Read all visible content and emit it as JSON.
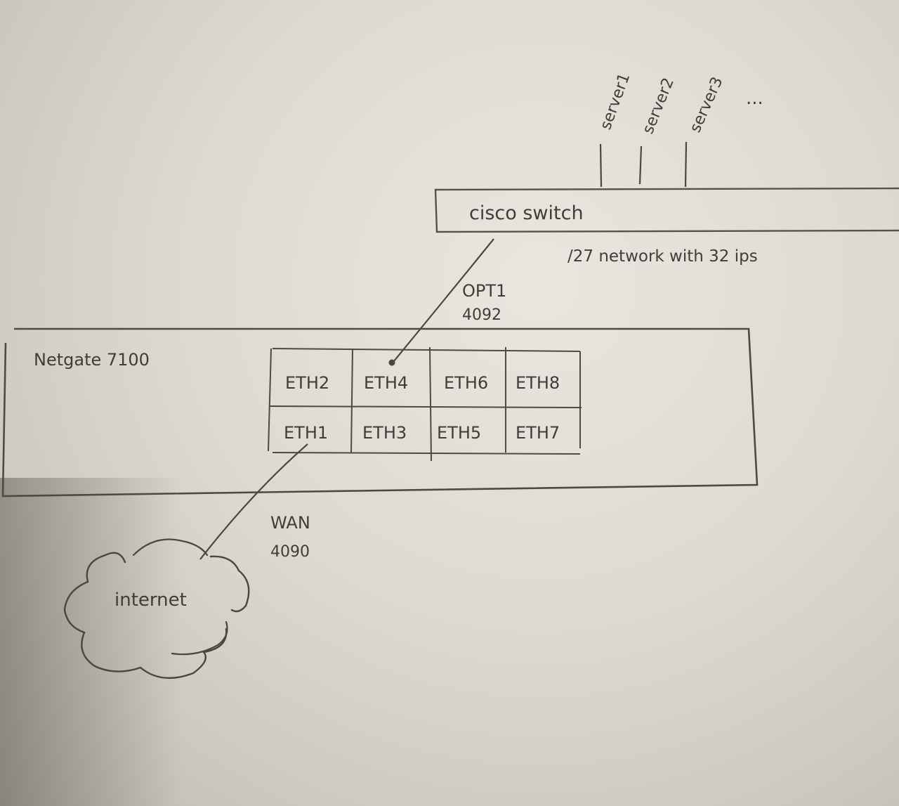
{
  "firewall": {
    "label": "Netgate 7100",
    "ports_top": [
      "ETH2",
      "ETH4",
      "ETH6",
      "ETH8"
    ],
    "ports_bottom": [
      "ETH1",
      "ETH3",
      "ETH5",
      "ETH7"
    ]
  },
  "switch": {
    "label": "cisco switch",
    "note": "/27 network with 32 ips"
  },
  "servers": {
    "names": [
      "server1",
      "server2",
      "server3"
    ],
    "more": "..."
  },
  "links": {
    "opt": {
      "name": "OPT1",
      "vlan": "4092"
    },
    "wan": {
      "name": "WAN",
      "vlan": "4090"
    }
  },
  "cloud": {
    "label": "internet"
  },
  "colors": {
    "paper": "#dedad2",
    "pencil": "#4a4640"
  }
}
